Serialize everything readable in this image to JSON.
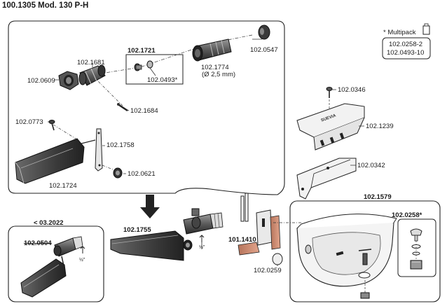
{
  "title": "100.1305 Mod. 130 P-H",
  "multipack": {
    "label": "* Multipack",
    "items": [
      "102.0258-2",
      "102.0493-10"
    ]
  },
  "parts": {
    "p1721": "102.1721",
    "p1681": "102.1681",
    "p0609": "102.0609",
    "p0493": "102.0493*",
    "p1774": "102.1774",
    "p1774_note": "(Ø 2,5 mm)",
    "p0547": "102.0547",
    "p1684": "102.1684",
    "p0773": "102.0773",
    "p1758": "102.1758",
    "p0621": "102.0621",
    "p1724": "102.1724",
    "p0346": "102.0346",
    "p1239": "102.1239",
    "p0342": "102.0342",
    "p1579": "102.1579",
    "p0258": "102.0258*",
    "p1755": "102.1755",
    "p1410": "101.1410",
    "p0259": "102.0259",
    "old_heading": "< 03.2022",
    "p0504": "102.0504"
  },
  "thread": "½\"",
  "brand": "SUEVIA"
}
